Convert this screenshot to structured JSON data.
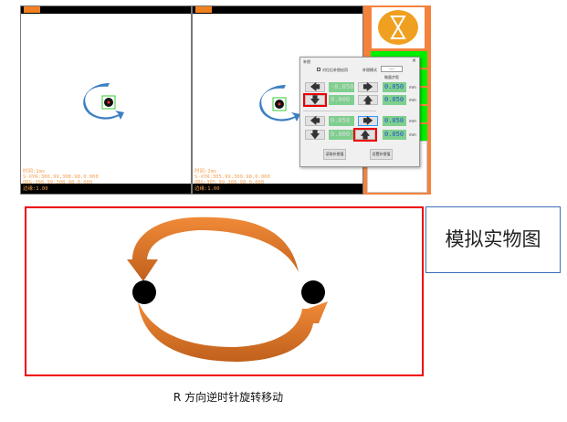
{
  "views": [
    {
      "time": "时间:1ms",
      "sxyr": "S-XYR:306.99,308.98,0.000",
      "org": "ORG:306.99,308.98,0.000",
      "edge": "边缘:1.00"
    },
    {
      "time": "时间:2ms",
      "sxyr": "S-XYR:305.99,309.98,0.000",
      "org": "ORG:305.99,309.98,0.000",
      "edge": "边缘:1.00"
    }
  ],
  "dialog": {
    "title": "补偿",
    "close": "×",
    "checkbox_label": "对位后补偿启用",
    "select_label": "补偿模式",
    "select_value": "----",
    "step_label": "微量步距",
    "rows": [
      {
        "val": "-0.050",
        "step": "0.050"
      },
      {
        "val": "0.000",
        "step": "0.050"
      },
      {
        "val": "0.050",
        "step": "0.050"
      },
      {
        "val": "0.000",
        "step": "0.050"
      }
    ],
    "unit": "mm",
    "read_button": "读取补偿值",
    "set_button": "设置补偿值"
  },
  "label_box": "模拟实物图",
  "caption": "R 方向逆时针旋转移动",
  "colors": {
    "highlight": "#ee0000",
    "arrow": "#e87d2a",
    "panel": "#f5823c"
  }
}
